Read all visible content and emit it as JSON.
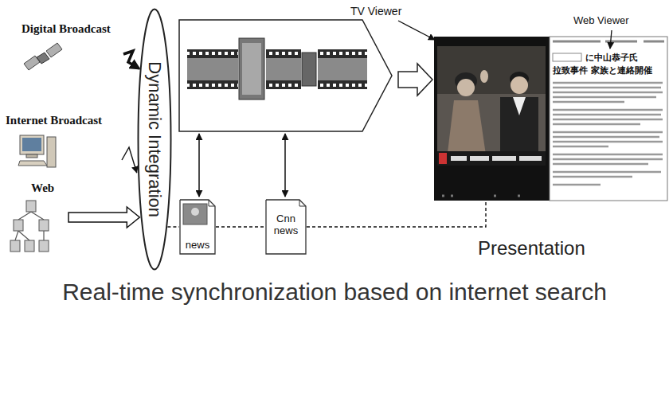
{
  "diagram": {
    "caption": "Real-time synchronization based on internet search",
    "nodes": [
      {
        "text": [
          "Digital Broadcast"
        ]
      },
      {
        "text": [
          "Internet Broadcast"
        ]
      },
      {
        "text": [
          "Web"
        ]
      },
      {
        "text": [
          "Dynamic Integration"
        ]
      },
      {
        "text": [
          "news"
        ]
      },
      {
        "text": [
          "Cnn news"
        ]
      },
      {
        "text": [
          "Presentation"
        ]
      }
    ],
    "edges": [
      {
        "from": 0,
        "to": 3,
        "arrow": "to"
      },
      {
        "from": 1,
        "to": 3,
        "arrow": "to"
      },
      {
        "from": 2,
        "to": 3,
        "arrow": "to"
      },
      {
        "from": 3,
        "to": 4,
        "arrow": "none"
      },
      {
        "from": 4,
        "to": 5,
        "arrow": "none"
      },
      {
        "from": 5,
        "to": 6,
        "arrow": "none"
      }
    ],
    "labels": [
      "TV Viewer",
      "Web Viewer",
      "に中山恭子氏",
      "拉致事件 家族と連絡開催"
    ]
  }
}
